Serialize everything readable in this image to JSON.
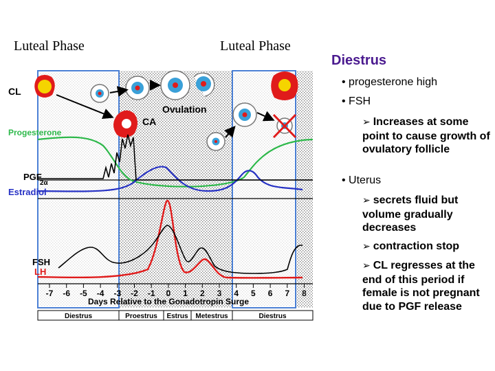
{
  "headings": {
    "left": "Luteal Phase",
    "right": "Luteal Phase"
  },
  "title": "Diestrus",
  "bullets": {
    "b1": "• progesterone high",
    "b2": "• FSH",
    "fsh_sub": "Increases at some point to cause growth of ovulatory follicle",
    "b3": "• Uterus",
    "uterus_sub1": "secrets fluid but volume gradually decreases",
    "uterus_sub2": "contraction stop",
    "uterus_sub3": "CL regresses at the end of this period if female is not pregnant due to PGF release"
  },
  "diagram": {
    "labels": {
      "cl": "CL",
      "ca": "CA",
      "ovulation": "Ovulation",
      "progesterone": "Progesterone",
      "pgf": "PGF",
      "pgf_sub": "2α",
      "estradiol": "Estradiol",
      "fsh": "FSH",
      "lh": "LH",
      "xaxis": "Days Relative to the Gonadotropin Surge"
    },
    "days": [
      "-7",
      "-6",
      "-5",
      "-4",
      "-3",
      "-2",
      "-1",
      "0",
      "1",
      "2",
      "3",
      "4",
      "5",
      "6",
      "7",
      "8"
    ],
    "phases": [
      "Diestrus",
      "Proestrus",
      "Estrus",
      "Metestrus",
      "Diestrus"
    ],
    "colors": {
      "progesterone": "#2db84a",
      "estradiol": "#2631c4",
      "lh": "#e01b1b",
      "fsh": "#000000",
      "cl": "#e01b1b",
      "follicle": "#3aa0d8",
      "band": "#4a7fd4",
      "title": "#4a1a8f"
    }
  }
}
